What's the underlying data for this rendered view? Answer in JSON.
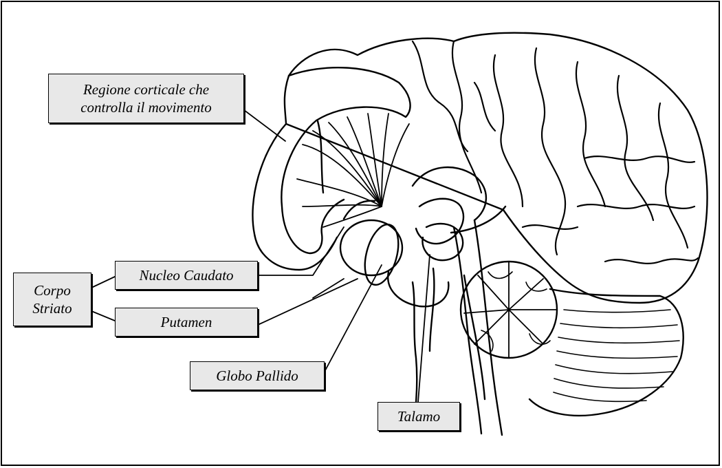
{
  "labels": {
    "cortex_line1": "Regione corticale che",
    "cortex_line2": "controlla il movimento",
    "caudate": "Nucleo Caudato",
    "putamen": "Putamen",
    "corpo_line1": "Corpo",
    "corpo_line2": "Striato",
    "globo": "Globo Pallido",
    "talamo": "Talamo"
  },
  "colors": {
    "label_fill": "#e8e8e8",
    "outline": "#000000",
    "background": "#ffffff"
  }
}
